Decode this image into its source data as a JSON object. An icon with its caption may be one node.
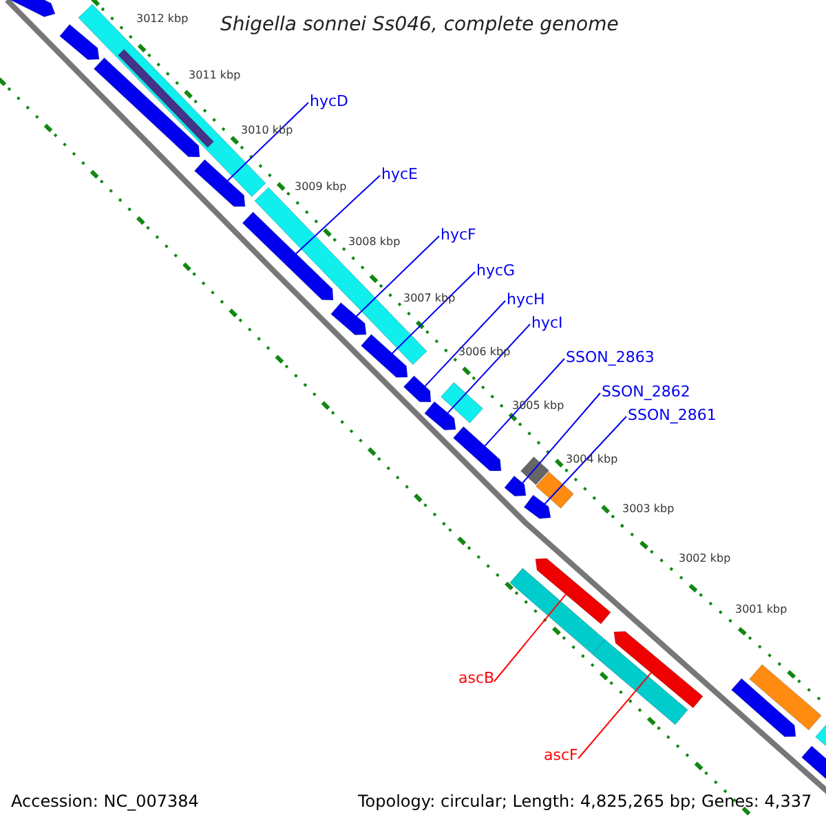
{
  "diagram": {
    "title": "Shigella sonnei Ss046, complete genome",
    "nodes": [
      {
        "text": [
          "hycD"
        ]
      },
      {
        "text": [
          "hycE"
        ]
      },
      {
        "text": [
          "hycF"
        ]
      },
      {
        "text": [
          "hycG"
        ]
      },
      {
        "text": [
          "hycH"
        ]
      },
      {
        "text": [
          "hycI"
        ]
      },
      {
        "text": [
          "SSON_2863"
        ]
      },
      {
        "text": [
          "SSON_2862"
        ]
      },
      {
        "text": [
          "SSON_2861"
        ]
      },
      {
        "text": [
          "ascB"
        ]
      },
      {
        "text": [
          "ascF"
        ]
      },
      {
        "text": [],
        "shape": "bar"
      },
      {
        "text": [],
        "shape": "bar"
      },
      {
        "text": [],
        "shape": "bar"
      },
      {
        "text": [],
        "shape": "bar"
      },
      {
        "text": [],
        "shape": "bar"
      },
      {
        "text": [],
        "shape": "bar"
      },
      {
        "text": [],
        "shape": "bar"
      },
      {
        "text": [],
        "shape": "bar"
      },
      {
        "text": [],
        "shape": "bar"
      },
      {
        "text": [],
        "shape": "bar"
      },
      {
        "text": [],
        "shape": "bar"
      },
      {
        "text": [],
        "shape": "bar"
      },
      {
        "text": [],
        "shape": "bar"
      },
      {
        "text": [],
        "shape": "bar"
      },
      {
        "text": [],
        "shape": "bar"
      },
      {
        "text": [],
        "shape": "bar"
      }
    ],
    "edges": [
      {
        "from": 0,
        "to": 14,
        "arrow": "none"
      },
      {
        "from": 1,
        "to": 15,
        "arrow": "none"
      },
      {
        "from": 2,
        "to": 16,
        "arrow": "none"
      },
      {
        "from": 3,
        "to": 17,
        "arrow": "none"
      },
      {
        "from": 4,
        "to": 18,
        "arrow": "none"
      },
      {
        "from": 5,
        "to": 19,
        "arrow": "none"
      },
      {
        "from": 6,
        "to": 20,
        "arrow": "none"
      },
      {
        "from": 7,
        "to": 21,
        "arrow": "none"
      },
      {
        "from": 8,
        "to": 22,
        "arrow": "none"
      },
      {
        "from": 9,
        "to": 23,
        "arrow": "none",
        "color": "#ff0000"
      },
      {
        "from": 10,
        "to": 24,
        "arrow": "none",
        "color": "#ff0000"
      }
    ],
    "labels": [
      "3012 kbp",
      "3011 kbp",
      "3010 kbp",
      "3009 kbp",
      "3008 kbp",
      "3007 kbp",
      "3006 kbp",
      "3005 kbp",
      "3004 kbp",
      "3003 kbp",
      "3002 kbp",
      "3001 kbp",
      "Accession: NC_007384",
      "Topology: circular; Length: 4,825,265 bp; Genes: 4,337"
    ]
  }
}
